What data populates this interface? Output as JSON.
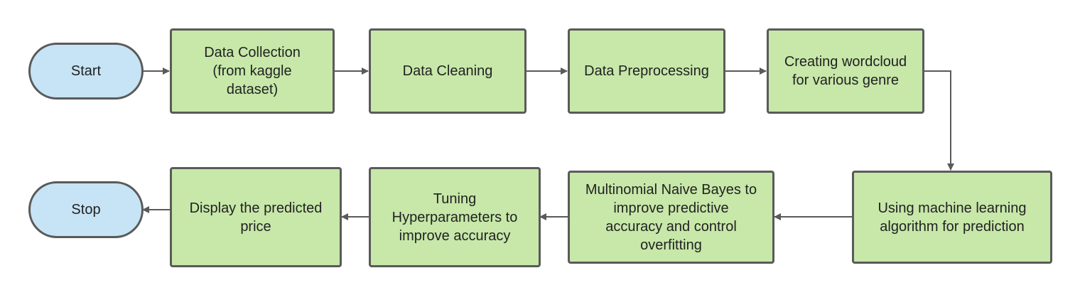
{
  "colors": {
    "terminal_fill": "#c6e4f5",
    "process_fill": "#c7e8a9",
    "stroke": "#5a5a5a",
    "text": "#222222"
  },
  "nodes": {
    "start": "Start",
    "data_collection": "Data Collection\n(from kaggle\ndataset)",
    "data_cleaning": "Data Cleaning",
    "data_preprocessing": "Data Preprocessing",
    "wordcloud": "Creating wordcloud\nfor various genre",
    "ml_algorithm": "Using machine learning\nalgorithm for prediction",
    "naive_bayes": "Multinomial Naive Bayes to\nimprove predictive\naccuracy and control\noverfitting",
    "tuning": "Tuning\nHyperparameters to\nimprove accuracy",
    "display_price": "Display the predicted\nprice",
    "stop": "Stop"
  }
}
